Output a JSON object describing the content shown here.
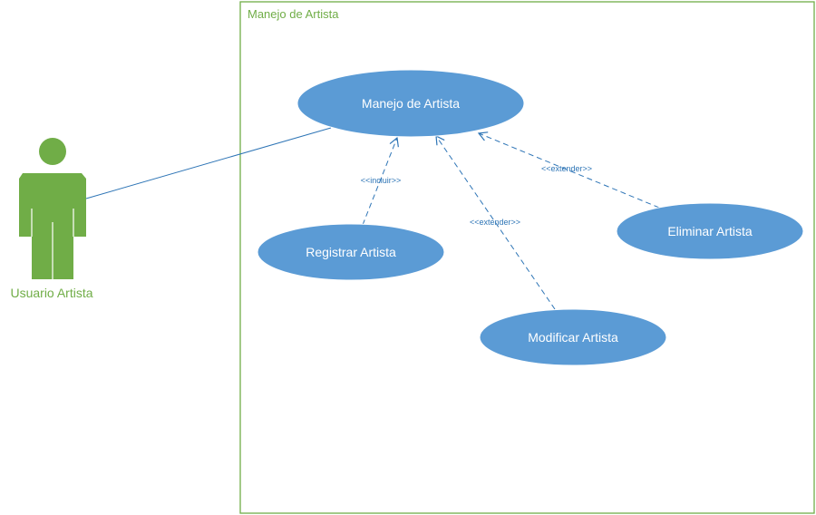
{
  "system": {
    "title": "Manejo de Artista"
  },
  "actor": {
    "label": "Usuario Artista",
    "icon": "person-icon"
  },
  "use_cases": {
    "main": "Manejo de Artista",
    "registrar": "Registrar Artista",
    "eliminar": "Eliminar Artista",
    "modificar": "Modificar Artista"
  },
  "relations": {
    "incluir": "<<incluir>>",
    "extender_eliminar": "<<extender>>",
    "extender_modificar": "<<extender>>"
  },
  "colors": {
    "use_case_fill": "#5b9bd5",
    "actor_fill": "#70ad47",
    "boundary": "#70ad47",
    "connector": "#2e75b6"
  }
}
